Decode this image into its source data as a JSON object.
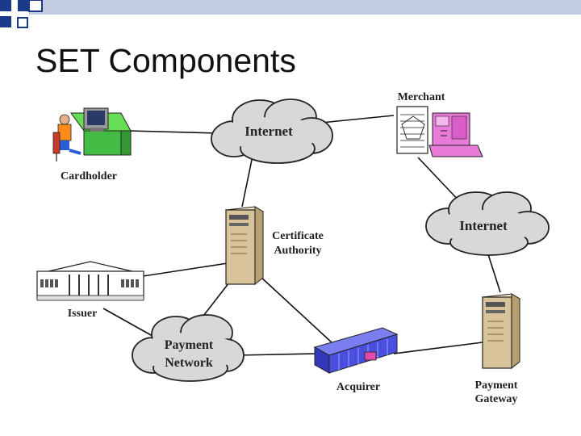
{
  "slide": {
    "title": "SET Components"
  },
  "colors": {
    "corner_squares": "#1c3a8a",
    "corner_bar": "#8ea3cc",
    "cloud_fill": "#d8d8d8",
    "server": "#d9c39a",
    "acquirer_building": "#4b4fe0",
    "merchant_register": "#e87ad8",
    "cardholder_desk": "#66dd55"
  },
  "nodes": {
    "merchant": {
      "label": "Merchant",
      "icon": "cash-register-icon"
    },
    "internet_top": {
      "label": "Internet",
      "icon": "cloud-icon"
    },
    "cardholder": {
      "label": "Cardholder",
      "icon": "computer-user-icon"
    },
    "internet_right": {
      "label": "Internet",
      "icon": "cloud-icon"
    },
    "certificate_authority": {
      "label_line1": "Certificate",
      "label_line2": "Authority",
      "icon": "server-tower-icon"
    },
    "issuer": {
      "label": "Issuer",
      "icon": "bank-building-icon"
    },
    "payment_network": {
      "label_line1": "Payment",
      "label_line2": "Network",
      "icon": "cloud-icon"
    },
    "acquirer": {
      "label": "Acquirer",
      "icon": "office-building-icon"
    },
    "payment_gateway": {
      "label_line1": "Payment",
      "label_line2": "Gateway",
      "icon": "server-tower-icon"
    }
  }
}
